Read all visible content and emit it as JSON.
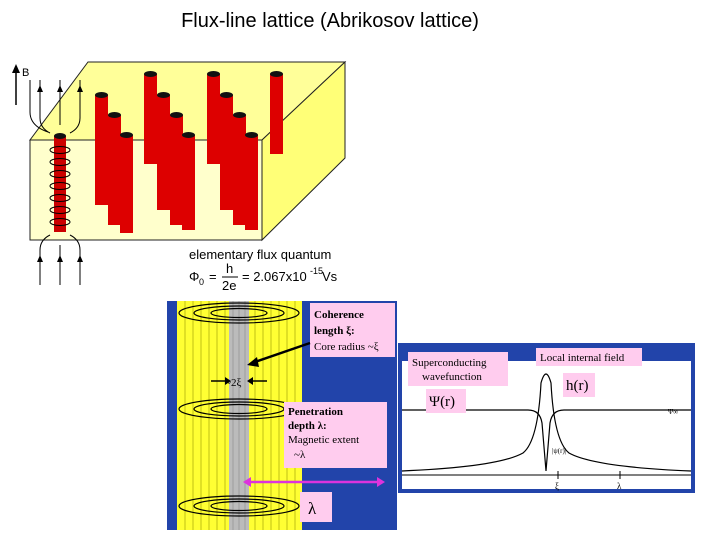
{
  "title": "Flux-line lattice (Abrikosov lattice)",
  "top_figure": {
    "field_label": "B",
    "flux_quantum_label": "elementary flux quantum",
    "phi_symbol": "Φ",
    "phi_subscript": "0",
    "equals": "=",
    "numerator": "h",
    "denominator": "2e",
    "value_prefix": "= 2.067x10",
    "exponent": "-15",
    "unit": " Vs",
    "colors": {
      "slab_top": "#ffff99",
      "slab_front": "#ffffcc",
      "rod": "#dd0000",
      "cap": "#111111"
    }
  },
  "vortex_panel": {
    "coherence_label_1": "Coherence",
    "coherence_label_2": "length  ξ:",
    "coherence_label_3": "Core radius ~ξ",
    "two_xi_label": "~2ξ",
    "penetration_label_1": "Penetration",
    "penetration_label_2": "depth  λ:",
    "penetration_label_3": "Magnetic extent",
    "penetration_label_4": "~λ",
    "lambda_box": "λ",
    "colors": {
      "background": "#2244aa",
      "cylinder": "#ffff33",
      "core": "#bbbbbb",
      "label_box": "#ffccee",
      "arrow": "#dd33dd"
    }
  },
  "profile_panel": {
    "superconducting_label_1": "Superconducting",
    "superconducting_label_2": "wavefunction",
    "local_field_label": "Local internal field",
    "psi_label": "Ψ(r)",
    "h_label": "h(r)",
    "psi_inf_label": "Ψ∞",
    "psi_abs_label": "|ψ(r)|",
    "xi_tick": "ξ",
    "lambda_tick": "λ",
    "colors": {
      "frame": "#2244aa",
      "label_box": "#ffccee",
      "curve": "#000000"
    }
  }
}
